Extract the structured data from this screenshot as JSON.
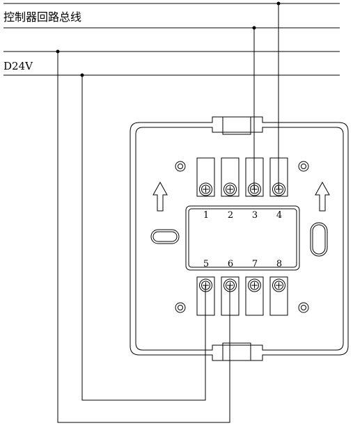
{
  "labels": {
    "bus": "控制器回路总线",
    "power": "D24V"
  },
  "terminals": {
    "top": [
      "1",
      "2",
      "3",
      "4"
    ],
    "bottom": [
      "5",
      "6",
      "7",
      "8"
    ]
  },
  "colors": {
    "line": "#000000",
    "background": "#ffffff"
  }
}
